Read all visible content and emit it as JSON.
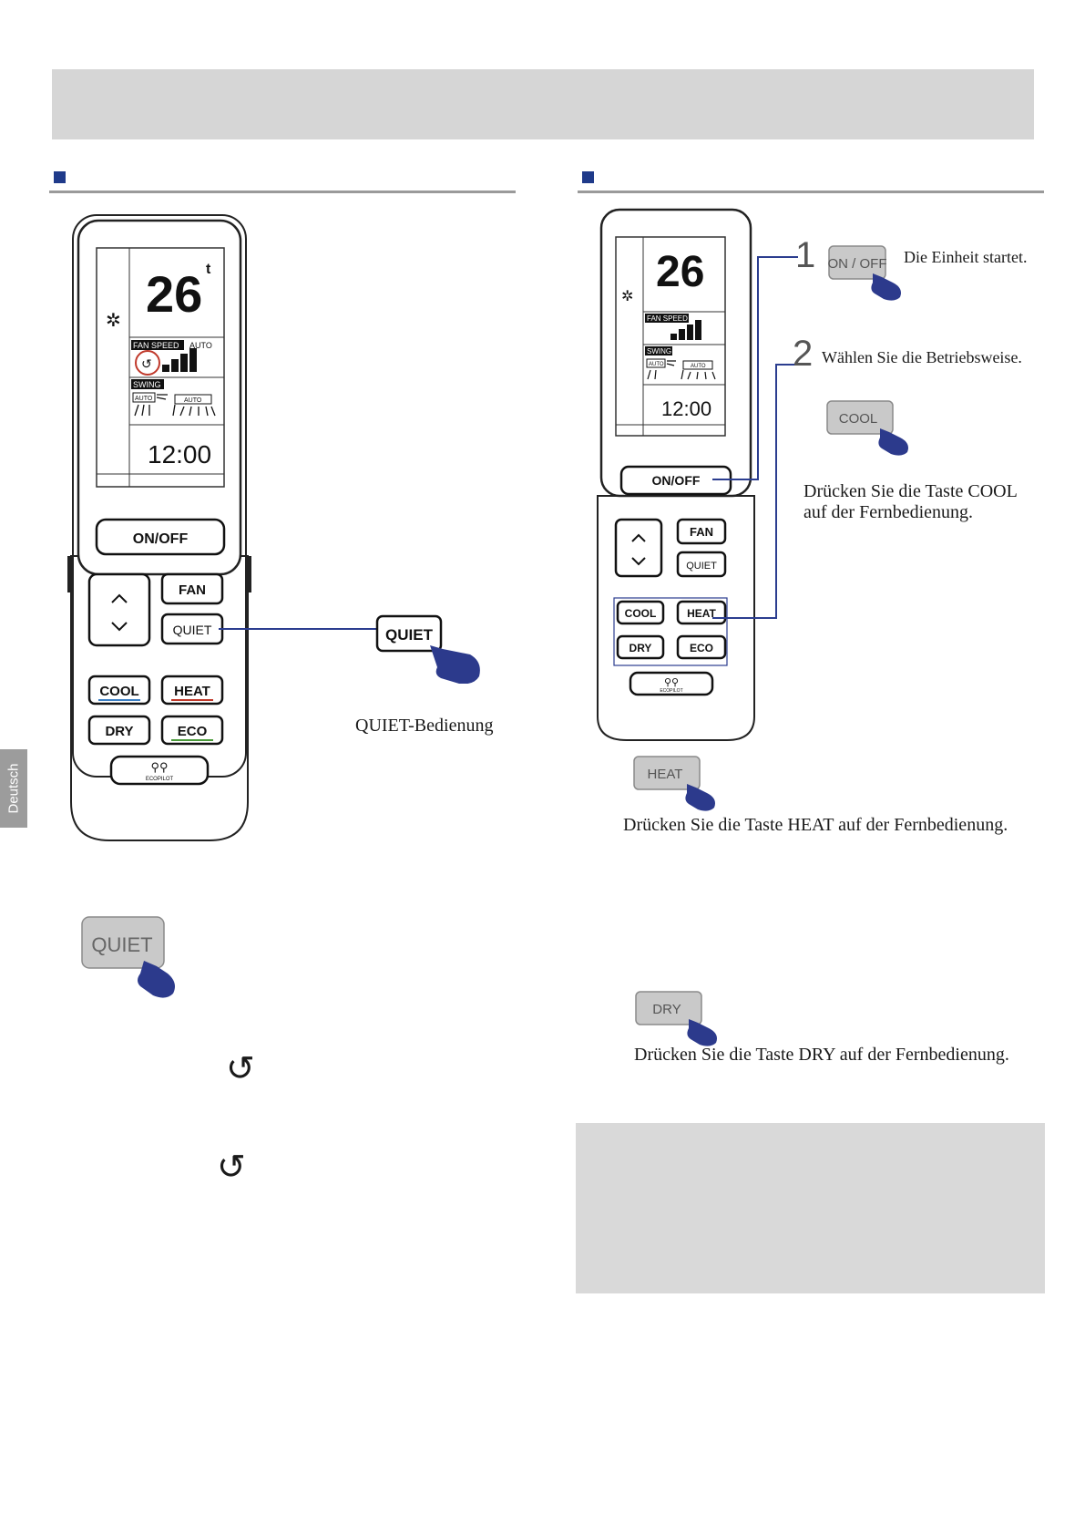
{
  "language_tab": "Deutsch",
  "remote": {
    "temperature": "26",
    "temp_unit": "t",
    "fan_speed_label": "FAN SPEED",
    "fan_auto_label": "AUTO",
    "swing_label": "SWING",
    "auto_small": "AUTO",
    "time": "12:00",
    "onoff_label": "ON/OFF",
    "fan_label": "FAN",
    "quiet_label": "QUIET",
    "cool_label": "COOL",
    "heat_label": "HEAT",
    "dry_label": "DRY",
    "eco_label": "ECO",
    "ecopilot_label": "ECOPILOT"
  },
  "left": {
    "callout_button": "QUIET",
    "callout_caption": "QUIET-Bedienung",
    "big_button": "QUIET"
  },
  "right": {
    "step1_number": "1",
    "step1_button": "ON / OFF",
    "step1_text": "Die Einheit startet.",
    "step2_number": "2",
    "step2_text": "Wählen Sie die Betriebsweise.",
    "cool_button": "COOL",
    "cool_text_line1": "Drücken Sie die Taste COOL",
    "cool_text_line2": "auf der Fernbedienung.",
    "heat_button": "HEAT",
    "heat_text": "Drücken Sie die Taste HEAT auf der Fernbedienung.",
    "dry_button": "DRY",
    "dry_text": "Drücken Sie die Taste DRY auf der Fernbedienung."
  },
  "colors": {
    "accent_square": "#1f3a8a",
    "hand": "#2c3a8c",
    "callout_line": "#2b3d8f",
    "header_band": "#d6d6d6"
  }
}
